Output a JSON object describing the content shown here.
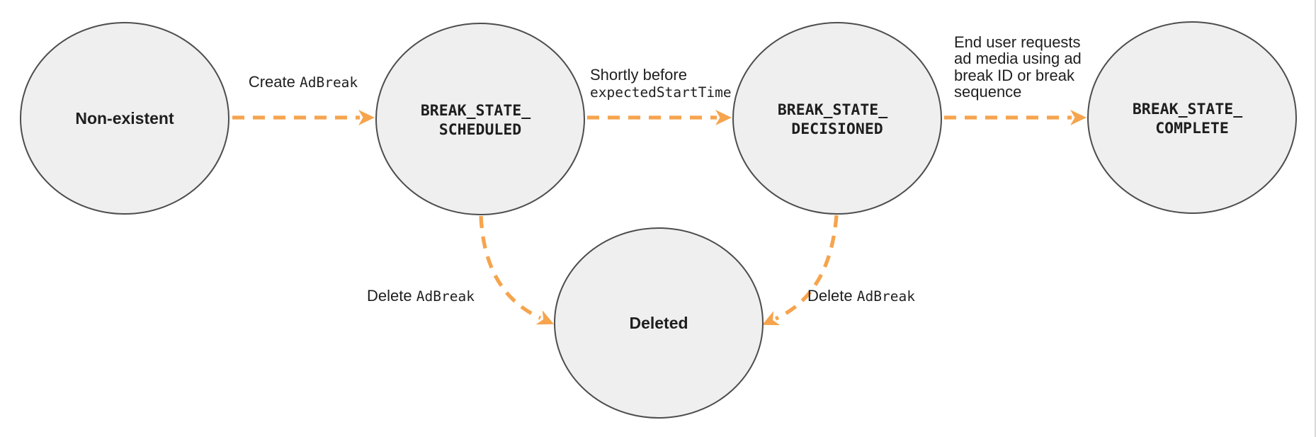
{
  "diagram": {
    "description": "Ad break state transition diagram",
    "colors": {
      "node_fill": "#EFEFEF",
      "node_border": "#4D4D4D",
      "arrow": "#F6A44D",
      "text": "#1E1E1E",
      "edge_divider": "#D9D9D9"
    },
    "nodes": [
      {
        "id": "non-existent",
        "label": "Non-existent"
      },
      {
        "id": "break-state-scheduled",
        "line1": "BREAK_STATE_",
        "line2": "SCHEDULED"
      },
      {
        "id": "break-state-decisioned",
        "line1": "BREAK_STATE_",
        "line2": "DECISIONED"
      },
      {
        "id": "break-state-complete",
        "line1": "BREAK_STATE_",
        "line2": "COMPLETE"
      },
      {
        "id": "deleted",
        "label": "Deleted"
      }
    ],
    "edges": [
      {
        "from": "non-existent",
        "to": "break-state-scheduled",
        "label_text": "Create ",
        "label_code": "AdBreak"
      },
      {
        "from": "break-state-scheduled",
        "to": "break-state-decisioned",
        "label_text": "Shortly before",
        "label_code": "expectedStartTime"
      },
      {
        "from": "break-state-decisioned",
        "to": "break-state-complete",
        "label_lines": {
          "l1": "End user requests",
          "l2": "ad media using ad",
          "l3": "break ID or break",
          "l4": "sequence"
        }
      },
      {
        "from": "break-state-scheduled",
        "to": "deleted",
        "label_text": "Delete ",
        "label_code": "AdBreak"
      },
      {
        "from": "break-state-decisioned",
        "to": "deleted",
        "label_text": "Delete ",
        "label_code": "AdBreak"
      }
    ]
  }
}
